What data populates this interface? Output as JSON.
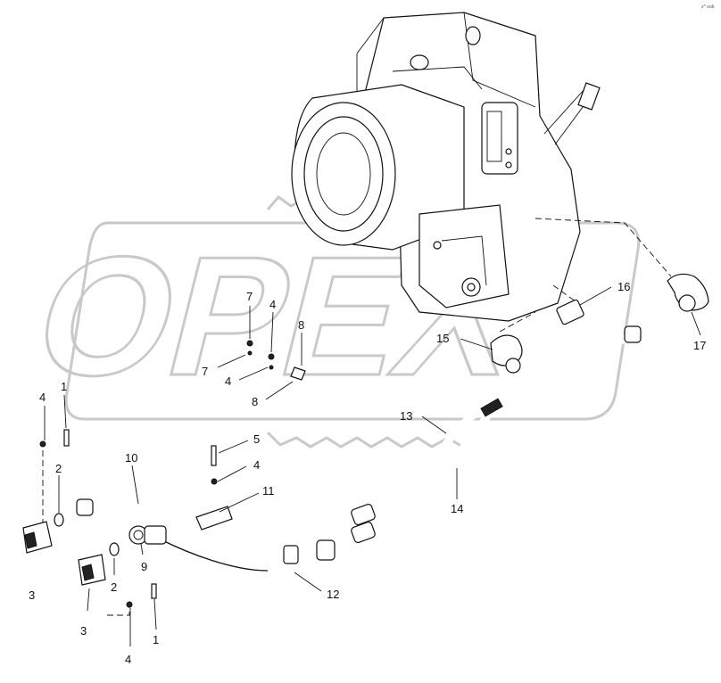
{
  "diagram": {
    "watermark_text": "OPEX",
    "corner_stamp": "z^ oob",
    "callouts": [
      {
        "id": "c-7a",
        "text": "7"
      },
      {
        "id": "c-7b",
        "text": "7"
      },
      {
        "id": "c-4a",
        "text": "4"
      },
      {
        "id": "c-4b",
        "text": "4"
      },
      {
        "id": "c-8a",
        "text": "8"
      },
      {
        "id": "c-8b",
        "text": "8"
      },
      {
        "id": "c-4c",
        "text": "4"
      },
      {
        "id": "c-1a",
        "text": "1"
      },
      {
        "id": "c-2a",
        "text": "2"
      },
      {
        "id": "c-10",
        "text": "10"
      },
      {
        "id": "c-5",
        "text": "5"
      },
      {
        "id": "c-4d",
        "text": "4"
      },
      {
        "id": "c-11",
        "text": "11"
      },
      {
        "id": "c-3a",
        "text": "3"
      },
      {
        "id": "c-9",
        "text": "9"
      },
      {
        "id": "c-2b",
        "text": "2"
      },
      {
        "id": "c-3b",
        "text": "3"
      },
      {
        "id": "c-4e",
        "text": "4"
      },
      {
        "id": "c-1b",
        "text": "1"
      },
      {
        "id": "c-12",
        "text": "12"
      },
      {
        "id": "c-13",
        "text": "13"
      },
      {
        "id": "c-14",
        "text": "14"
      },
      {
        "id": "c-15",
        "text": "15"
      },
      {
        "id": "c-16",
        "text": "16"
      },
      {
        "id": "c-17",
        "text": "17"
      }
    ]
  }
}
